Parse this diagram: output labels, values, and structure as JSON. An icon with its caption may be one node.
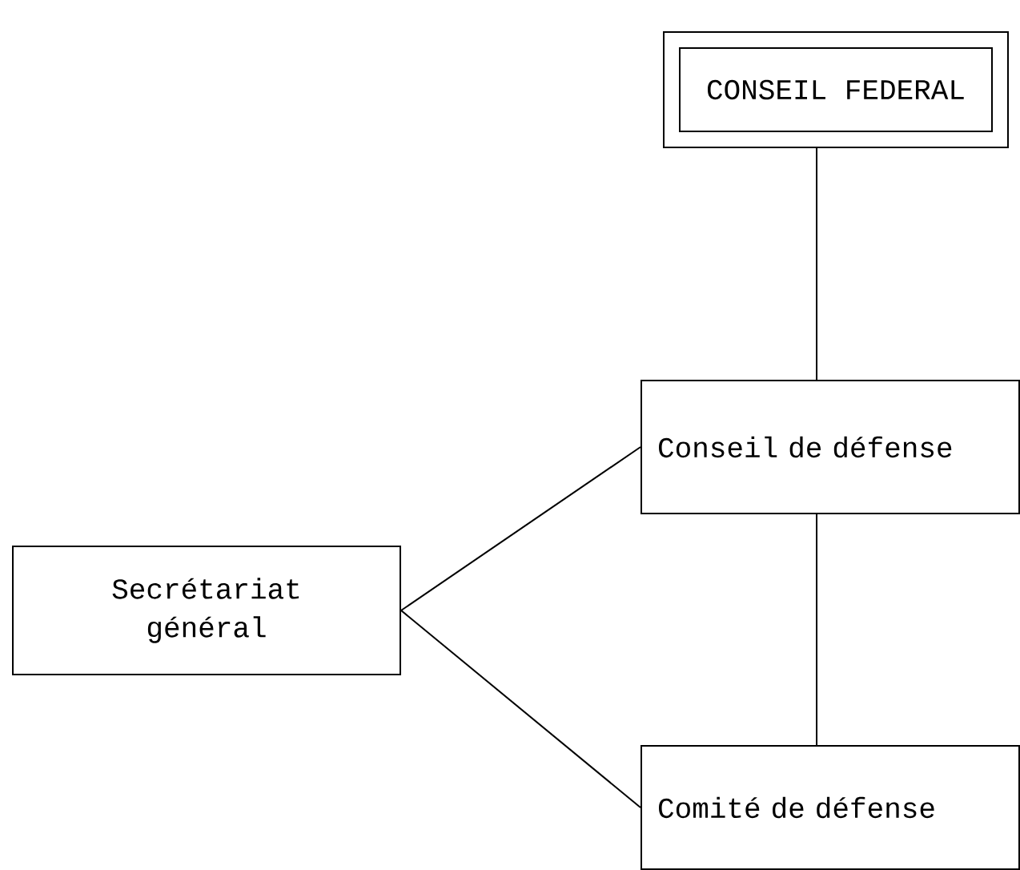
{
  "diagram": {
    "nodes": [
      {
        "text": [
          "CONSEIL FEDERAL"
        ]
      },
      {
        "text": [
          "Conseil de défense"
        ]
      },
      {
        "text": [
          "Secrétariat général"
        ]
      },
      {
        "text": [
          "Comité de défense"
        ]
      }
    ],
    "edges": [
      {
        "from": 0,
        "to": 1,
        "arrow": "none"
      },
      {
        "from": 1,
        "to": 3,
        "arrow": "none"
      },
      {
        "from": 2,
        "to": 1,
        "arrow": "none"
      },
      {
        "from": 2,
        "to": 3,
        "arrow": "none"
      }
    ]
  }
}
